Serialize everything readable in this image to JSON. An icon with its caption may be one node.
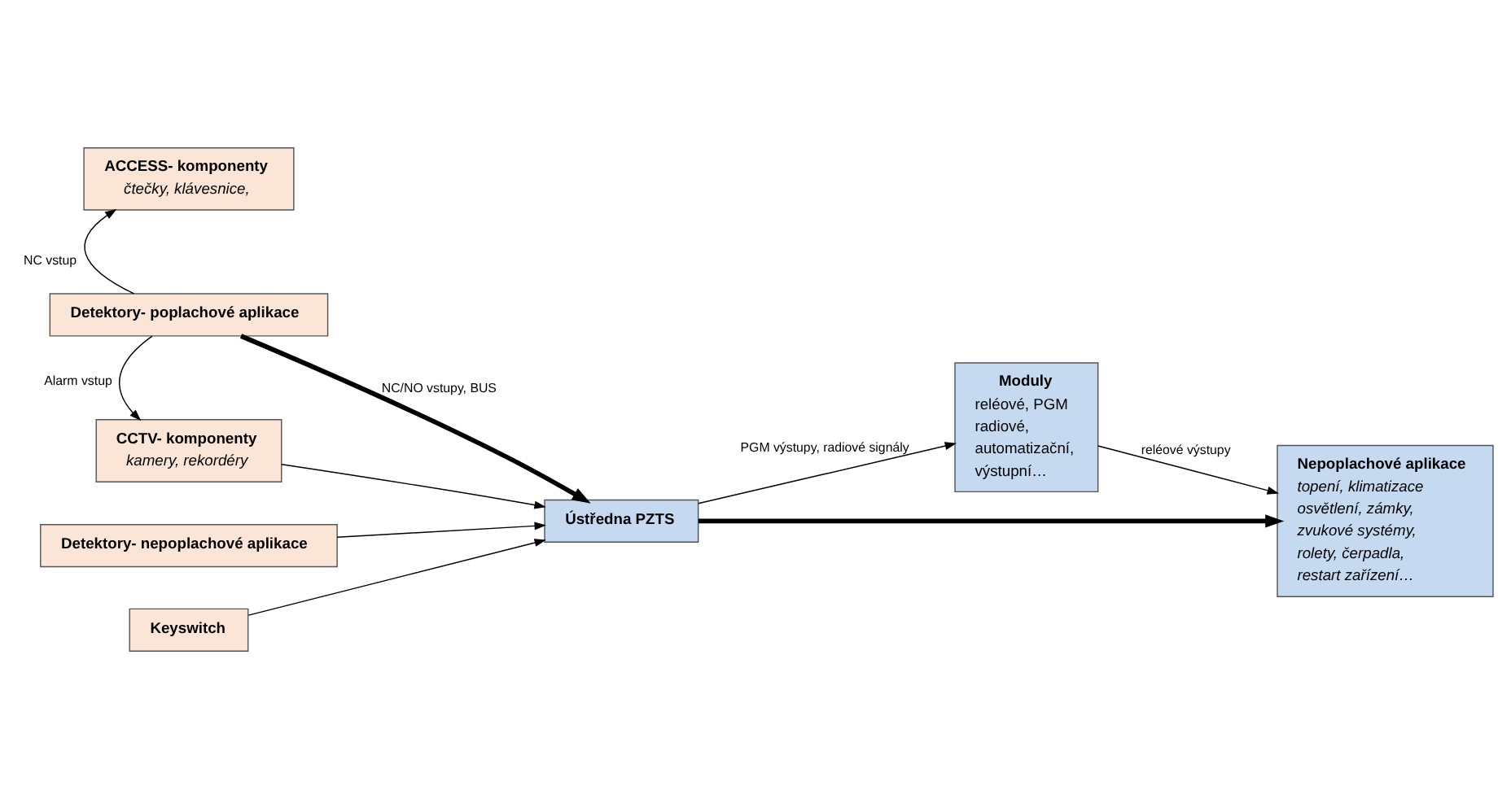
{
  "diagram": {
    "nodes": [
      {
        "text": [
          "ACCESS- komponenty",
          "čtečky, klávesnice,"
        ]
      },
      {
        "text": [
          "Detektory- nepoplachové aplikace"
        ]
      },
      {
        "text": [
          "Moduly",
          "reléové, PGM",
          "radiové,",
          "automatizační,",
          "výstupní…"
        ]
      },
      {
        "text": [
          "Detektory- poplachové aplikace"
        ]
      },
      {
        "text": [
          "Ústředna PZTS"
        ]
      },
      {
        "text": [
          "CCTV- komponenty",
          "kamery, rekordéry"
        ]
      },
      {
        "text": [
          "Keyswitch"
        ]
      },
      {
        "text": [
          "Nepoplachové aplikace",
          "topení, klimatizace",
          "osvětlení, zámky,",
          "zvukové systémy,",
          "rolety, čerpadla,",
          "restart zařízení…"
        ]
      }
    ],
    "edges": [
      {
        "from": 3,
        "to": 0,
        "arrow": "to",
        "label": "NC vstup"
      },
      {
        "from": 3,
        "to": 5,
        "arrow": "to",
        "label": "Alarm vstup"
      },
      {
        "from": 3,
        "to": 4,
        "arrow": "to",
        "label": "NC/NO vstupy, BUS",
        "style": "thick"
      },
      {
        "from": 1,
        "to": 4,
        "arrow": "to"
      },
      {
        "from": 5,
        "to": 4,
        "arrow": "to"
      },
      {
        "from": 6,
        "to": 4,
        "arrow": "to"
      },
      {
        "from": 4,
        "to": 2,
        "arrow": "to",
        "label": "PGM výstupy, radiové signály"
      },
      {
        "from": 4,
        "to": 7,
        "arrow": "to",
        "style": "thick"
      },
      {
        "from": 2,
        "to": 7,
        "arrow": "to",
        "label": "reléové výstupy"
      }
    ]
  }
}
